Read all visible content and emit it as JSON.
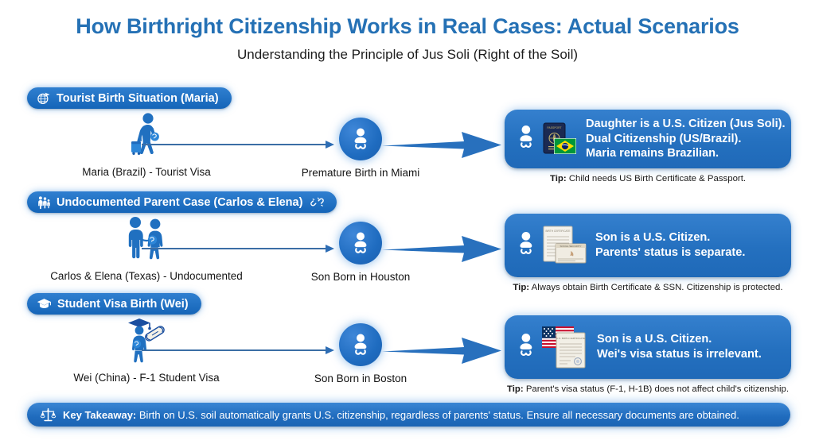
{
  "header": {
    "title": "How Birthright Citizenship Works in Real Cases: Actual Scenarios",
    "subtitle": "Understanding the Principle of Jus Soli (Right of the Soil)"
  },
  "colors": {
    "title_blue": "#2571b5",
    "badge_blue": "#1565b8",
    "card_blue": "#2470bf",
    "arrow_blue": "#2d6db4",
    "text_dark": "#141414"
  },
  "scenarios": [
    {
      "badge_label": "Tourist Birth Situation (Maria)",
      "badge_icon": "globe-plane-icon",
      "badge_tail_icon": "",
      "actor_icon": "traveler-with-suitcase-icon",
      "actor_label": "Maria (Brazil) - Tourist Visa",
      "node_icon": "baby-icon",
      "node_label": "Premature Birth in Miami",
      "result_icons": [
        "baby-icon",
        "passport-icon",
        "brazil-flag-icon"
      ],
      "result_lines": [
        "Daughter is a U.S. Citizen (Jus Soli).",
        "Dual Citizenship (US/Brazil).",
        "Maria remains Brazilian."
      ],
      "tip_label": "Tip:",
      "tip_text": "Child needs US Birth Certificate & Passport."
    },
    {
      "badge_label": "Undocumented Parent Case (Carlos & Elena)",
      "badge_icon": "family-icon",
      "badge_tail_icon": "broken-chain-icon",
      "actor_icon": "couple-expecting-icon",
      "actor_label": "Carlos & Elena (Texas) - Undocumented",
      "node_icon": "baby-icon",
      "node_label": "Son Born in Houston",
      "result_icons": [
        "baby-icon",
        "birth-certificate-icon",
        "ssn-card-icon"
      ],
      "result_lines": [
        "Son is a U.S. Citizen.",
        "Parents' status is separate."
      ],
      "tip_label": "Tip:",
      "tip_text": "Always obtain Birth Certificate & SSN. Citizenship is protected."
    },
    {
      "badge_label": "Student Visa Birth (Wei)",
      "badge_icon": "graduation-cap-icon",
      "badge_tail_icon": "",
      "actor_icon": "pregnant-graduate-icon",
      "actor_label": "Wei (China) - F-1 Student Visa",
      "node_icon": "baby-icon",
      "node_label": "Son Born in Boston",
      "result_icons": [
        "baby-icon",
        "us-flag-icon",
        "certificate-icon"
      ],
      "result_lines": [
        "Son is a U.S. Citizen.",
        "Wei's visa status is irrelevant."
      ],
      "tip_label": "Tip:",
      "tip_text": "Parent's visa status (F-1, H-1B) does not affect child's citizenship."
    }
  ],
  "footer": {
    "icon": "scales-of-justice-icon",
    "label": "Key Takeaway:",
    "text": "Birth on U.S. soil automatically grants U.S. citizenship, regardless of parents' status. Ensure all necessary documents are obtained."
  }
}
